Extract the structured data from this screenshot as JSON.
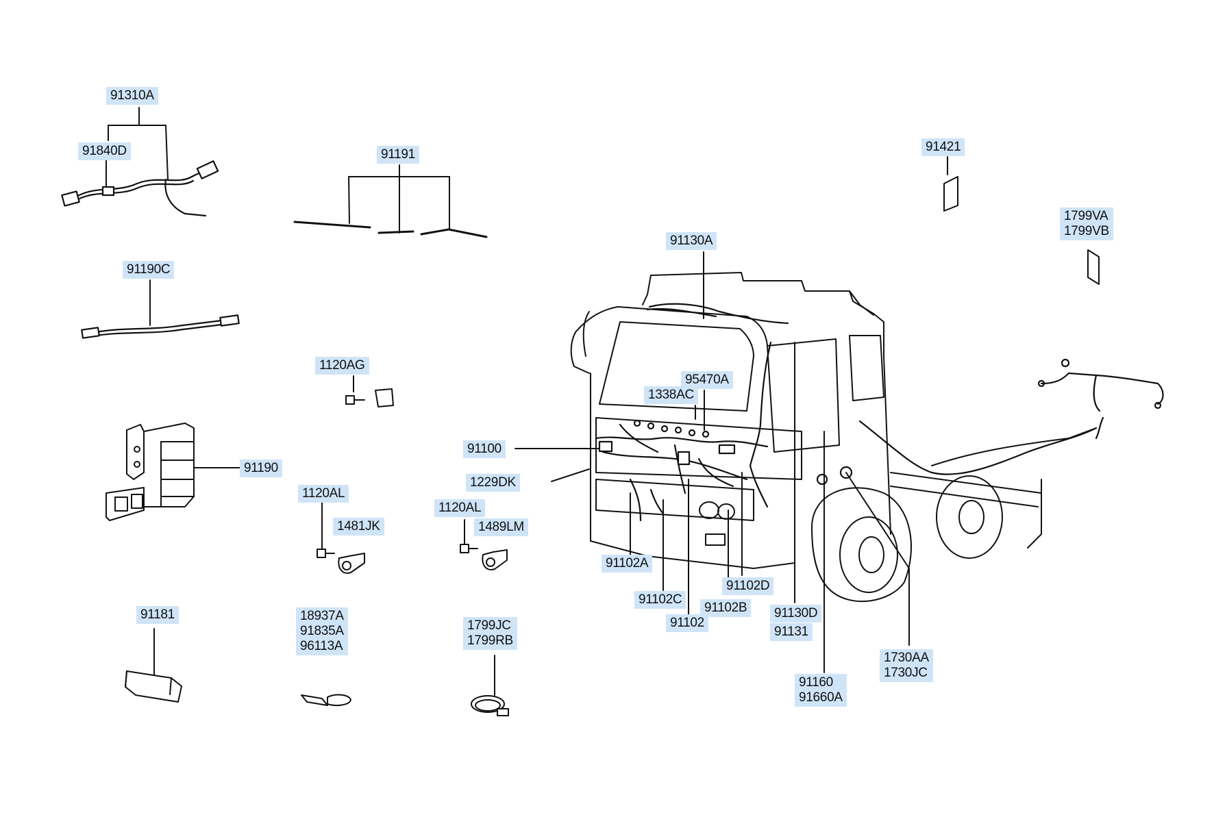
{
  "diagram": {
    "background": "#ffffff",
    "label_color": "#cfe4f7",
    "line_color": "#111111",
    "labels": [
      {
        "id": "91310A",
        "lines": [
          "91310A"
        ]
      },
      {
        "id": "91840D",
        "lines": [
          "91840D"
        ]
      },
      {
        "id": "91191",
        "lines": [
          "91191"
        ]
      },
      {
        "id": "91421",
        "lines": [
          "91421"
        ]
      },
      {
        "id": "1799VA",
        "lines": [
          "1799VA",
          "1799VB"
        ]
      },
      {
        "id": "91130A",
        "lines": [
          "91130A"
        ]
      },
      {
        "id": "91190C",
        "lines": [
          "91190C"
        ]
      },
      {
        "id": "1120AG",
        "lines": [
          "1120AG"
        ]
      },
      {
        "id": "95470A",
        "lines": [
          "95470A"
        ]
      },
      {
        "id": "1338AC",
        "lines": [
          "1338AC"
        ]
      },
      {
        "id": "91190",
        "lines": [
          "91190"
        ]
      },
      {
        "id": "91100",
        "lines": [
          "91100"
        ]
      },
      {
        "id": "1229DK",
        "lines": [
          "1229DK"
        ]
      },
      {
        "id": "1120AL-a",
        "lines": [
          "1120AL"
        ]
      },
      {
        "id": "1481JK",
        "lines": [
          "1481JK"
        ]
      },
      {
        "id": "1120AL-b",
        "lines": [
          "1120AL"
        ]
      },
      {
        "id": "1489LM",
        "lines": [
          "1489LM"
        ]
      },
      {
        "id": "91102A",
        "lines": [
          "91102A"
        ]
      },
      {
        "id": "91102D",
        "lines": [
          "91102D"
        ]
      },
      {
        "id": "91102C",
        "lines": [
          "91102C"
        ]
      },
      {
        "id": "91102B",
        "lines": [
          "91102B"
        ]
      },
      {
        "id": "91130D",
        "lines": [
          "91130D"
        ]
      },
      {
        "id": "91181",
        "lines": [
          "91181"
        ]
      },
      {
        "id": "18937A",
        "lines": [
          "18937A",
          "91835A",
          "96113A"
        ]
      },
      {
        "id": "1799JC",
        "lines": [
          "1799JC",
          "1799RB"
        ]
      },
      {
        "id": "91102",
        "lines": [
          "91102"
        ]
      },
      {
        "id": "91131",
        "lines": [
          "91131"
        ]
      },
      {
        "id": "1730AA",
        "lines": [
          "1730AA",
          "1730JC"
        ]
      },
      {
        "id": "91160",
        "lines": [
          "91160",
          "91660A"
        ]
      }
    ]
  }
}
